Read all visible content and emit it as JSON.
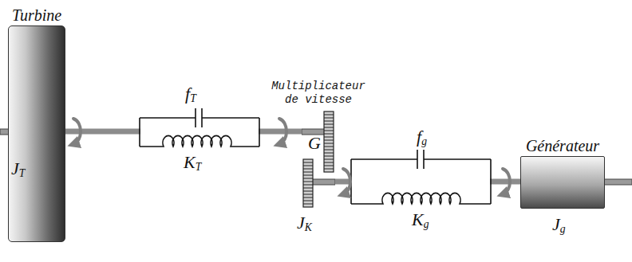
{
  "diagram": {
    "nodes": [
      {
        "text": [
          "Turbine"
        ]
      },
      {
        "text": [
          "Multiplicateur de vitesse"
        ]
      },
      {
        "text": [
          "Générateur"
        ]
      }
    ],
    "edges": [
      {
        "from": 0,
        "to": 1,
        "arrow": "none"
      },
      {
        "from": 1,
        "to": 2,
        "arrow": "none"
      }
    ],
    "labels": [
      "fT",
      "KT",
      "G",
      "JK",
      "fg",
      "Kg",
      "JT",
      "Jg"
    ]
  }
}
